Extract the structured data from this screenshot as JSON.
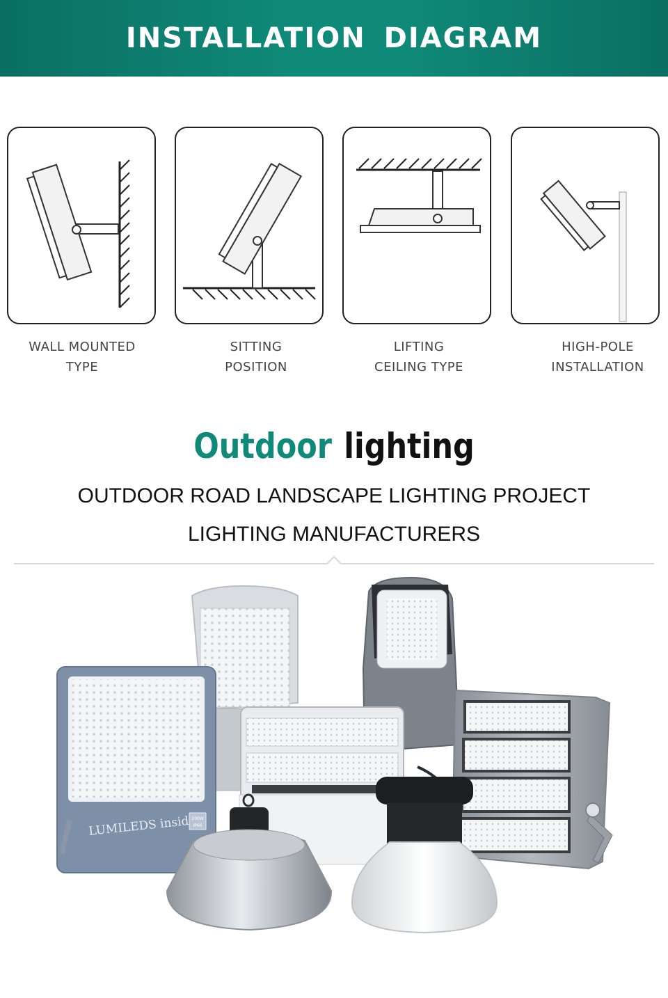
{
  "header": {
    "title": "INSTALLATION DIAGRAM"
  },
  "installations": [
    {
      "line1": "WALL MOUNTED",
      "line2": "TYPE"
    },
    {
      "line1": "SITTING",
      "line2": "POSITION"
    },
    {
      "line1": "LIFTING",
      "line2": "CEILING TYPE"
    },
    {
      "line1": "HIGH-POLE",
      "line2": "INSTALLATION"
    }
  ],
  "section": {
    "title_green": "Outdoor",
    "title_black": "lighting",
    "subtitle_line1": "OUTDOOR ROAD LANDSCAPE LIGHTING PROJECT",
    "subtitle_line2": "LIGHTING MANUFACTURERS"
  },
  "products": {
    "brand_label": "LUMILEDS inside",
    "badge_top": "200W",
    "badge_bottom": "IP66"
  },
  "colors": {
    "brand_teal": "#0f8a79",
    "banner_dark": "#0b6f63",
    "text_dark": "#111111"
  }
}
